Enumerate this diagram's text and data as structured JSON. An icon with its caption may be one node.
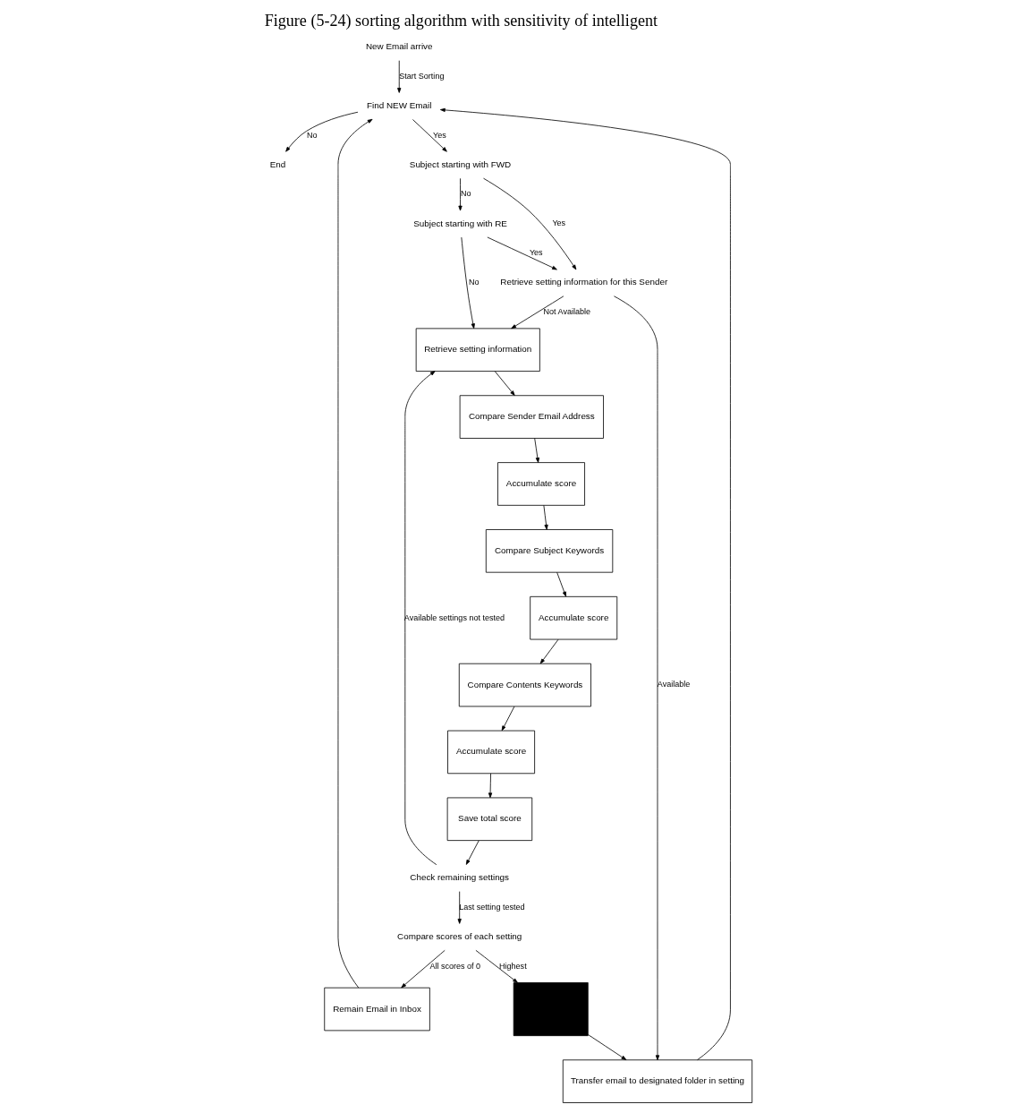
{
  "diagram": {
    "title": "Figure (5-24) sorting algorithm with sensitivity of intelligent",
    "nodes": [
      {
        "text": [
          "New Email arrive"
        ]
      },
      {
        "text": [
          "End"
        ]
      },
      {
        "text": [
          "Find NEW Email"
        ]
      },
      {
        "text": [
          "Retrieve setting information"
        ]
      },
      {
        "text": [
          "Compare Sender Email Address"
        ]
      },
      {
        "text": [
          "Accumulate score"
        ]
      },
      {
        "text": [
          "Compare Subject Keywords"
        ]
      },
      {
        "text": [
          "Accumulate score"
        ]
      },
      {
        "text": [
          "Compare Contents Keywords"
        ]
      },
      {
        "text": [
          "Accumulate score"
        ]
      },
      {
        "text": [
          "Subject starting with FWD"
        ]
      },
      {
        "text": [
          "Subject starting with RE"
        ]
      },
      {
        "text": [
          "Transfer email to designated folder in setting"
        ]
      },
      {
        "text": [
          "Retrieve setting information for this Sender"
        ]
      },
      {
        "text": [
          "Remain Email in Inbox"
        ]
      },
      {
        "text": [],
        "shape": "box"
      },
      {
        "text": [
          "Save total score"
        ]
      },
      {
        "text": [
          "Check remaining settings"
        ]
      },
      {
        "text": [
          "Compare scores of each setting"
        ]
      }
    ],
    "edges": [
      {
        "from": 0,
        "to": 2,
        "arrow": "to",
        "label": "Start Sorting"
      },
      {
        "from": 2,
        "to": 1,
        "arrow": "to",
        "label": "No"
      },
      {
        "from": 2,
        "to": 10,
        "arrow": "to",
        "label": "Yes"
      },
      {
        "from": 10,
        "to": 11,
        "arrow": "to",
        "label": "No"
      },
      {
        "from": 10,
        "to": 13,
        "arrow": "to",
        "label": "Yes"
      },
      {
        "from": 11,
        "to": 13,
        "arrow": "to",
        "label": "Yes"
      },
      {
        "from": 11,
        "to": 3,
        "arrow": "to",
        "label": "No"
      },
      {
        "from": 13,
        "to": 12,
        "arrow": "to",
        "label": "Available"
      },
      {
        "from": 13,
        "to": 3,
        "arrow": "to",
        "label": "Not Available"
      },
      {
        "from": 3,
        "to": 4,
        "arrow": "to"
      },
      {
        "from": 4,
        "to": 5,
        "arrow": "to"
      },
      {
        "from": 5,
        "to": 6,
        "arrow": "to"
      },
      {
        "from": 6,
        "to": 7,
        "arrow": "to"
      },
      {
        "from": 7,
        "to": 8,
        "arrow": "to"
      },
      {
        "from": 8,
        "to": 9,
        "arrow": "to"
      },
      {
        "from": 9,
        "to": 16,
        "arrow": "to"
      },
      {
        "from": 16,
        "to": 17,
        "arrow": "to"
      },
      {
        "from": 17,
        "to": 3,
        "arrow": "to",
        "label": "Available settings not tested"
      },
      {
        "from": 17,
        "to": 18,
        "arrow": "to",
        "label": "Last setting tested"
      },
      {
        "from": 18,
        "to": 14,
        "arrow": "to",
        "label": "All scores of 0"
      },
      {
        "from": 18,
        "to": 15,
        "arrow": "to",
        "label": "Highest"
      },
      {
        "from": 15,
        "to": 12,
        "arrow": "to"
      },
      {
        "from": 14,
        "to": 2,
        "arrow": "to"
      },
      {
        "from": 12,
        "to": 2,
        "arrow": "to"
      }
    ]
  }
}
